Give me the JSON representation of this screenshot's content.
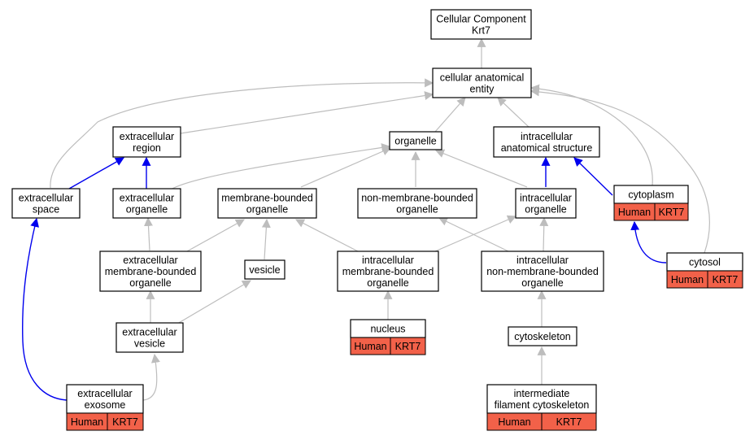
{
  "colors": {
    "edge_default": "#bdbdbd",
    "edge_highlight": "#0000ee",
    "annotation_badge": "#f26149"
  },
  "nodes": {
    "root": {
      "lines": [
        "Cellular Component",
        "Krt7"
      ]
    },
    "cae": {
      "lines": [
        "cellular anatomical",
        "entity"
      ]
    },
    "extracellular_region": {
      "lines": [
        "extracellular",
        "region"
      ]
    },
    "organelle": {
      "lines": [
        "organelle"
      ]
    },
    "intracellular_anatomical_structure": {
      "lines": [
        "intracellular",
        "anatomical structure"
      ]
    },
    "extracellular_space": {
      "lines": [
        "extracellular",
        "space"
      ]
    },
    "extracellular_organelle": {
      "lines": [
        "extracellular",
        "organelle"
      ]
    },
    "membrane_bounded_organelle": {
      "lines": [
        "membrane-bounded",
        "organelle"
      ]
    },
    "non_membrane_bounded_organelle": {
      "lines": [
        "non-membrane-bounded",
        "organelle"
      ]
    },
    "intracellular_organelle": {
      "lines": [
        "intracellular",
        "organelle"
      ]
    },
    "cytoplasm": {
      "lines": [
        "cytoplasm"
      ],
      "badges": [
        "Human",
        "KRT7"
      ]
    },
    "extracellular_mbo": {
      "lines": [
        "extracellular",
        "membrane-bounded",
        "organelle"
      ]
    },
    "vesicle": {
      "lines": [
        "vesicle"
      ]
    },
    "intracellular_mbo": {
      "lines": [
        "intracellular",
        "membrane-bounded",
        "organelle"
      ]
    },
    "intracellular_nmbo": {
      "lines": [
        "intracellular",
        "non-membrane-bounded",
        "organelle"
      ]
    },
    "cytosol": {
      "lines": [
        "cytosol"
      ],
      "badges": [
        "Human",
        "KRT7"
      ]
    },
    "extracellular_vesicle": {
      "lines": [
        "extracellular",
        "vesicle"
      ]
    },
    "nucleus": {
      "lines": [
        "nucleus"
      ],
      "badges": [
        "Human",
        "KRT7"
      ]
    },
    "cytoskeleton": {
      "lines": [
        "cytoskeleton"
      ]
    },
    "extracellular_exosome": {
      "lines": [
        "extracellular",
        "exosome"
      ],
      "badges": [
        "Human",
        "KRT7"
      ]
    },
    "intermediate_filament_cytoskeleton": {
      "lines": [
        "intermediate",
        "filament cytoskeleton"
      ],
      "badges": [
        "Human",
        "KRT7"
      ]
    }
  }
}
